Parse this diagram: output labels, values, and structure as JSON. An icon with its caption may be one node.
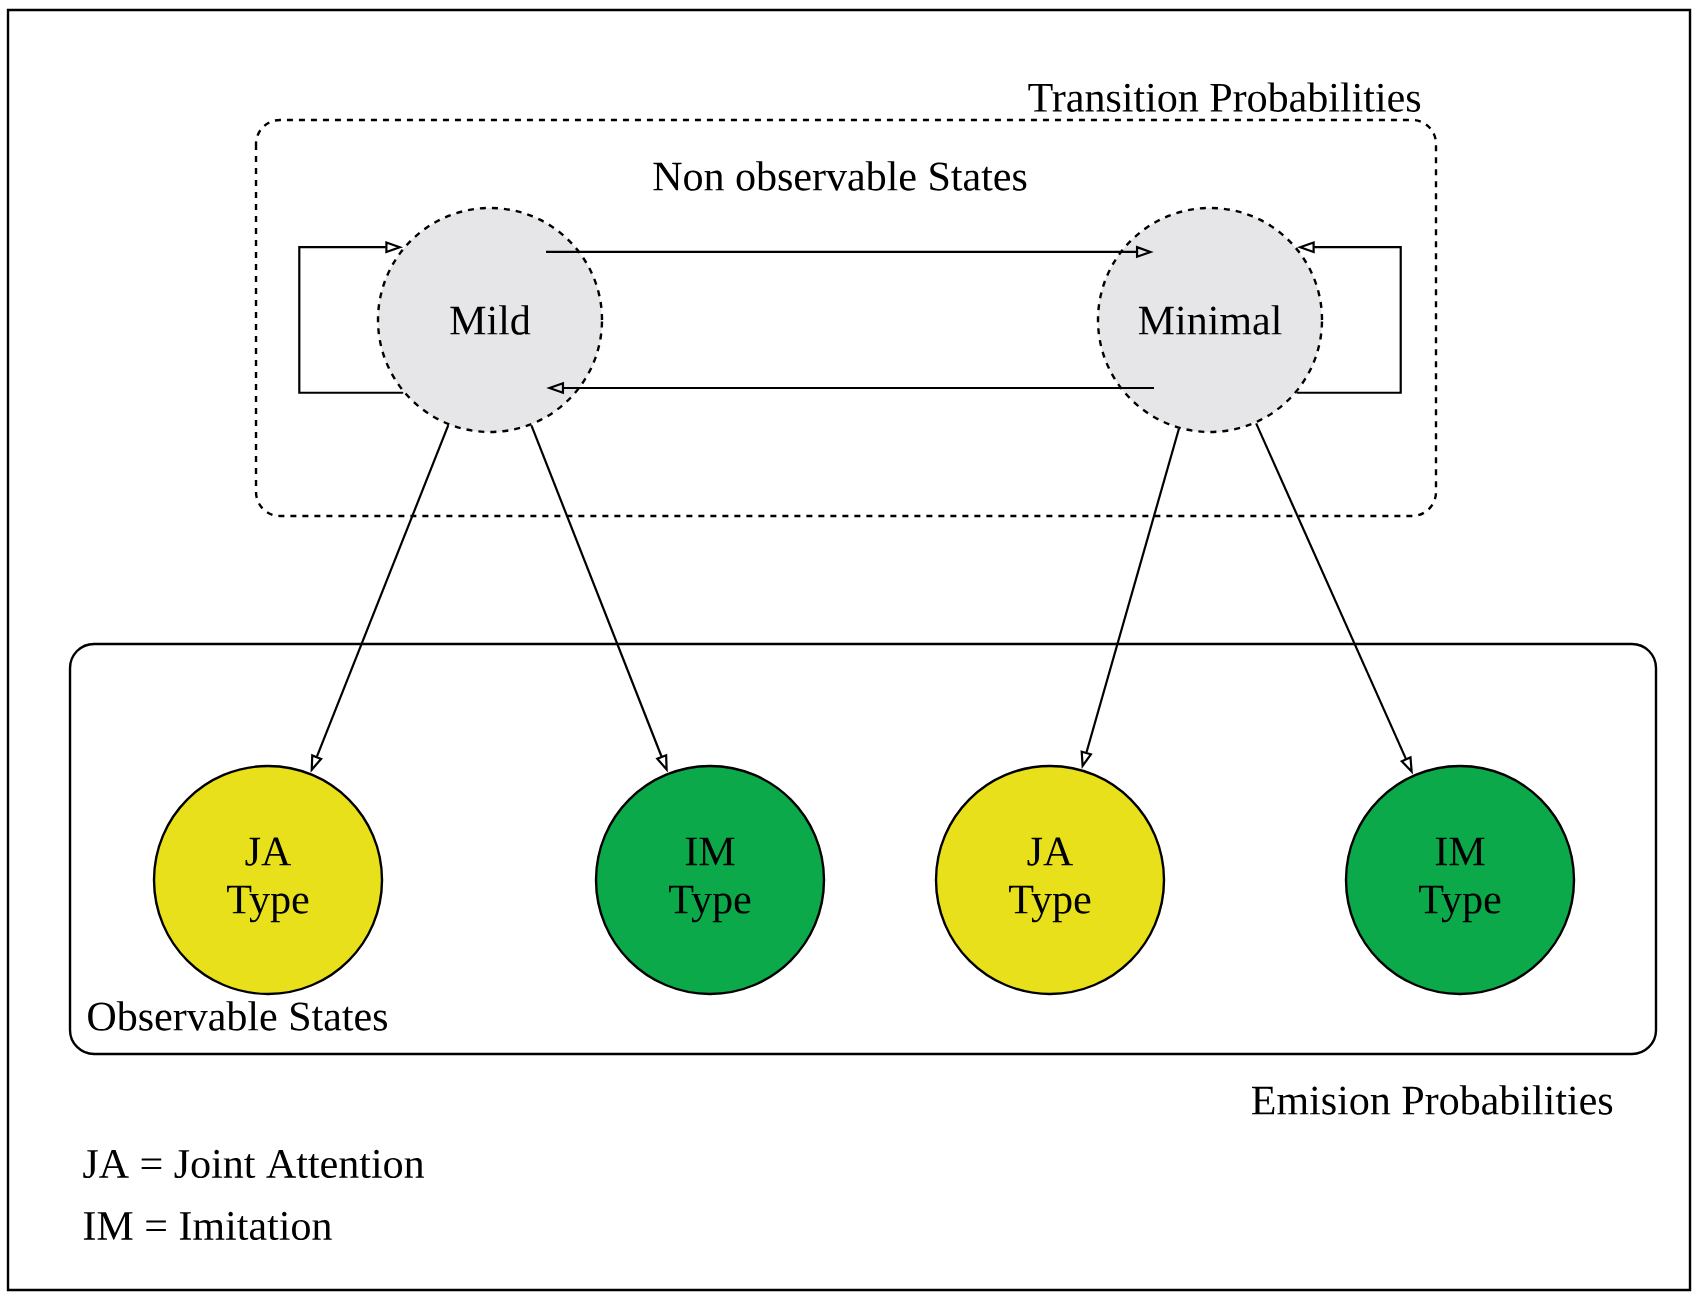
{
  "diagram": {
    "nodes": [
      {
        "text": [
          "Transition Probabilities",
          "Non observable States"
        ]
      },
      {
        "text": [
          "Mild"
        ],
        "in": 0
      },
      {
        "text": [
          "Minimal"
        ],
        "in": 0
      },
      {
        "text": [
          "Observable States",
          "Emision Probabilities"
        ]
      },
      {
        "text": [
          "JA Type"
        ],
        "in": 3
      },
      {
        "text": [
          "IM Type"
        ],
        "in": 3
      },
      {
        "text": [
          "JA Type"
        ],
        "in": 3
      },
      {
        "text": [
          "IM Type"
        ],
        "in": 3
      }
    ],
    "edges": [
      {
        "from": 1,
        "to": 1,
        "arrow": "to"
      },
      {
        "from": 1,
        "to": 2,
        "arrow": "to"
      },
      {
        "from": 2,
        "to": 1,
        "arrow": "to"
      },
      {
        "from": 2,
        "to": 2,
        "arrow": "to"
      },
      {
        "from": 1,
        "to": 4,
        "arrow": "to"
      },
      {
        "from": 1,
        "to": 5,
        "arrow": "to"
      },
      {
        "from": 2,
        "to": 6,
        "arrow": "to"
      },
      {
        "from": 2,
        "to": 7,
        "arrow": "to"
      }
    ],
    "labels": [
      "JA = Joint Attention",
      "IM = Imitation"
    ]
  }
}
